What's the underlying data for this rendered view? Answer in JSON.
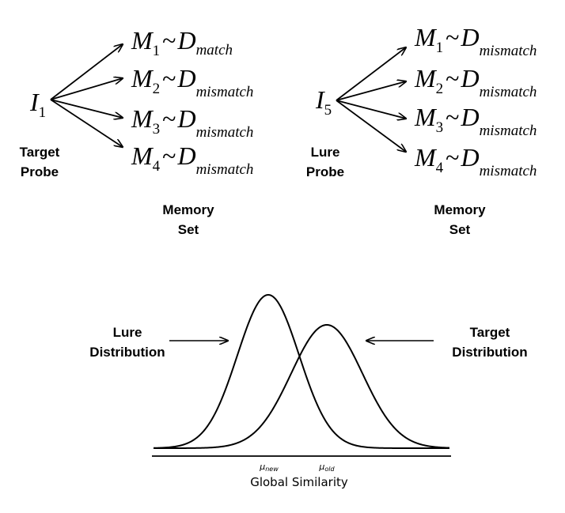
{
  "left_model": {
    "item": {
      "letter": "I",
      "sub": "1"
    },
    "probe_label": [
      "Target",
      "Probe"
    ],
    "memory_label": [
      "Memory",
      "Set"
    ],
    "memories": [
      {
        "letter": "M",
        "sub": "1",
        "tilde": "~",
        "dist": "D",
        "dsub": "match"
      },
      {
        "letter": "M",
        "sub": "2",
        "tilde": "~",
        "dist": "D",
        "dsub": "mismatch"
      },
      {
        "letter": "M",
        "sub": "3",
        "tilde": "~",
        "dist": "D",
        "dsub": "mismatch"
      },
      {
        "letter": "M",
        "sub": "4",
        "tilde": "~",
        "dist": "D",
        "dsub": "mismatch"
      }
    ]
  },
  "right_model": {
    "item": {
      "letter": "I",
      "sub": "5"
    },
    "probe_label": [
      "Lure",
      "Probe"
    ],
    "memory_label": [
      "Memory",
      "Set"
    ],
    "memories": [
      {
        "letter": "M",
        "sub": "1",
        "tilde": "~",
        "dist": "D",
        "dsub": "mismatch"
      },
      {
        "letter": "M",
        "sub": "2",
        "tilde": "~",
        "dist": "D",
        "dsub": "mismatch"
      },
      {
        "letter": "M",
        "sub": "3",
        "tilde": "~",
        "dist": "D",
        "dsub": "mismatch"
      },
      {
        "letter": "M",
        "sub": "4",
        "tilde": "~",
        "dist": "D",
        "dsub": "mismatch"
      }
    ]
  },
  "distributions": {
    "lure_label": [
      "Lure",
      "Distribution"
    ],
    "target_label": [
      "Target",
      "Distribution"
    ],
    "tick_new": {
      "symbol": "μ",
      "sub": "new"
    },
    "tick_old": {
      "symbol": "μ",
      "sub": "old"
    },
    "xlabel": "Global Similarity"
  }
}
